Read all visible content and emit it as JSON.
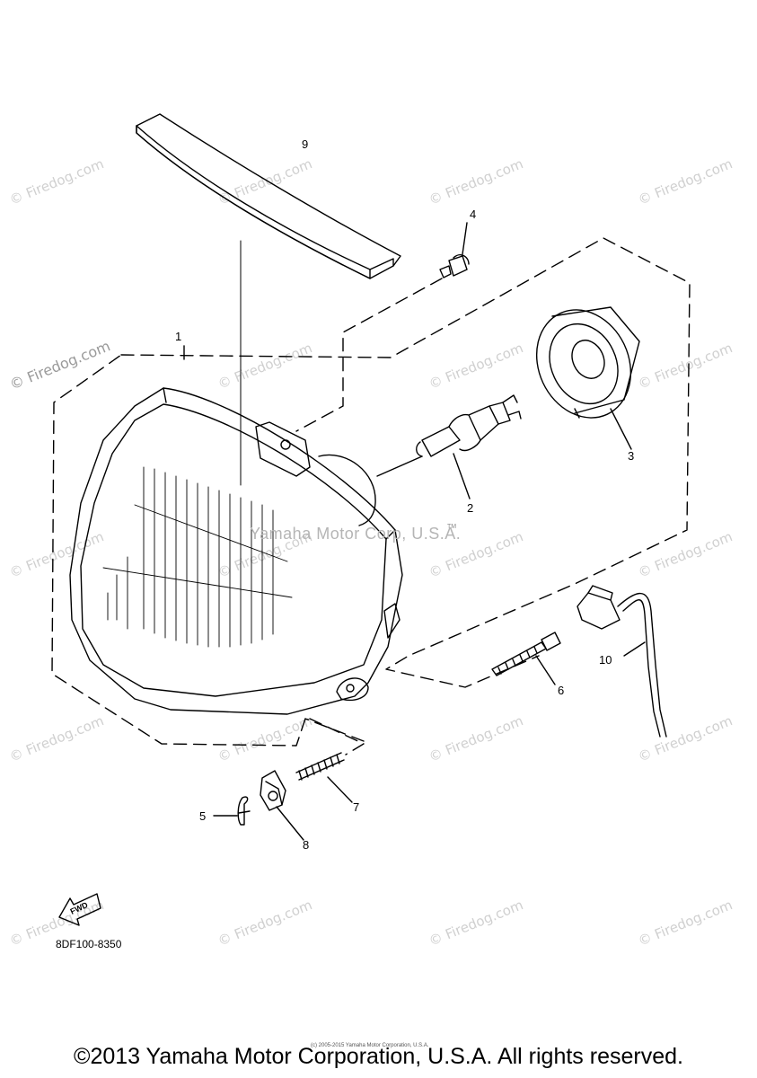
{
  "diagram": {
    "callouts": [
      {
        "id": "1",
        "label": "1"
      },
      {
        "id": "2",
        "label": "2"
      },
      {
        "id": "3",
        "label": "3"
      },
      {
        "id": "4",
        "label": "4"
      },
      {
        "id": "5",
        "label": "5"
      },
      {
        "id": "6",
        "label": "6"
      },
      {
        "id": "7",
        "label": "7"
      },
      {
        "id": "8",
        "label": "8"
      },
      {
        "id": "9",
        "label": "9"
      },
      {
        "id": "10",
        "label": "10"
      }
    ],
    "fwd_label": "FWD",
    "diagram_code": "8DF100-8350"
  },
  "watermark": {
    "text": "© Firedog.com",
    "trademark_text": "Yamaha Motor Corp, U.S.A.",
    "tm_mark": "TM",
    "small_copyright": "(c) 2005-2015 Yamaha Motor Corporation, U.S.A."
  },
  "footer": {
    "copyright": "©2013 Yamaha Motor Corporation, U.S.A. All rights reserved."
  }
}
